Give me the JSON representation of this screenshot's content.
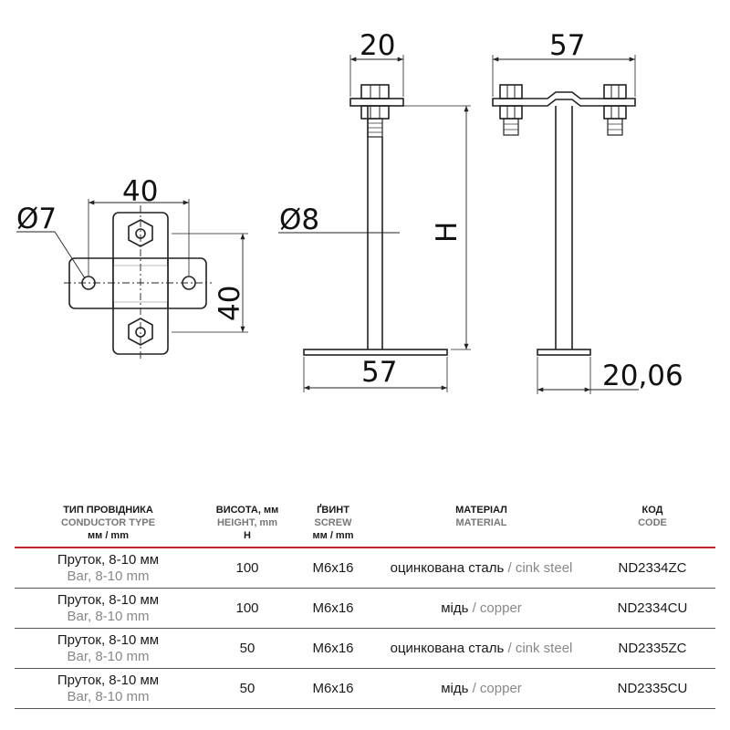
{
  "drawing": {
    "top_view": {
      "width_label": "40",
      "height_label": "40",
      "hole_label": "Ø7"
    },
    "side_view": {
      "width_label": "20",
      "rod_label": "Ø8",
      "base_label": "57"
    },
    "front_view": {
      "width_label": "57",
      "height_label": "H",
      "base_label": "20,06"
    }
  },
  "table": {
    "headers": [
      {
        "uk": "ТИП ПРОВІДНИКА",
        "en": "CONDUCTOR TYPE",
        "unit": "мм / mm"
      },
      {
        "uk": "ВИСОТА, мм",
        "en": "HEIGHT, mm",
        "unit": "H"
      },
      {
        "uk": "ҐВИНТ",
        "en": "SCREW",
        "unit": "мм / mm"
      },
      {
        "uk": "МАТЕРІАЛ",
        "en": "MATERIAL",
        "unit": ""
      },
      {
        "uk": "КОД",
        "en": "CODE",
        "unit": ""
      }
    ],
    "separator": "/",
    "rows": [
      {
        "type_uk": "Пруток, 8-10 мм",
        "type_en": "Bar, 8-10 mm",
        "height": "100",
        "screw": "M6x16",
        "material_uk": "оцинкована сталь",
        "material_en": "cink steel",
        "code": "ND2334ZC"
      },
      {
        "type_uk": "Пруток, 8-10 мм",
        "type_en": "Bar, 8-10 mm",
        "height": "100",
        "screw": "M6x16",
        "material_uk": "мідь",
        "material_en": "copper",
        "code": "ND2334CU"
      },
      {
        "type_uk": "Пруток, 8-10 мм",
        "type_en": "Bar, 8-10 mm",
        "height": "50",
        "screw": "M6x16",
        "material_uk": "оцинкована сталь",
        "material_en": "cink steel",
        "code": "ND2335ZC"
      },
      {
        "type_uk": "Пруток, 8-10 мм",
        "type_en": "Bar, 8-10 mm",
        "height": "50",
        "screw": "M6x16",
        "material_uk": "мідь",
        "material_en": "copper",
        "code": "ND2335CU"
      }
    ]
  },
  "colors": {
    "header_rule": "#c0272d",
    "secondary_text": "#888888",
    "line": "#222222"
  }
}
